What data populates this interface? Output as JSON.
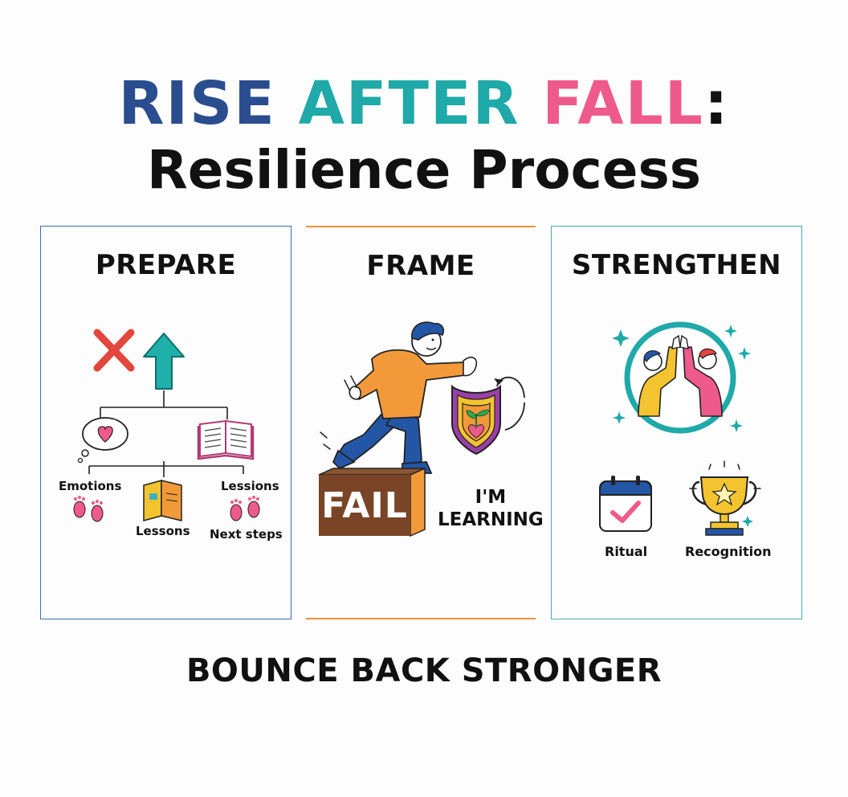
{
  "title": {
    "line1_parts": [
      {
        "text": "RISE",
        "color": "#2a4d8f"
      },
      {
        "text": " ",
        "color": "#111111"
      },
      {
        "text": "AFTER",
        "color": "#1fa9a8"
      },
      {
        "text": " ",
        "color": "#111111"
      },
      {
        "text": "FALL",
        "color": "#ef5a8d"
      },
      {
        "text": ":",
        "color": "#111111"
      }
    ],
    "line2": "Resilience Process"
  },
  "colors": {
    "prepare_border": "#3a6fb0",
    "frame_border": "#f0913a",
    "strengthen_border": "#3fb0b8",
    "fail_box": "#7a4526"
  },
  "panels": {
    "prepare": {
      "title": "PREPARE",
      "labels": {
        "emotions": "Emotions",
        "lessons_left": "Lessons",
        "lessons_right": "Lessions",
        "next_steps": "Next steps"
      },
      "icons": [
        "red-x-icon",
        "teal-up-arrow-icon",
        "heart-thought-bubble-icon",
        "open-book-icon",
        "footprints-icon",
        "folder-icon"
      ]
    },
    "frame": {
      "title": "FRAME",
      "fail": "FAIL",
      "learning_line1": "I'M",
      "learning_line2": "LEARNING",
      "icons": [
        "running-person-icon",
        "sprout-shield-icon",
        "curved-arrow-icon"
      ]
    },
    "strengthen": {
      "title": "STRENGTHEN",
      "labels": {
        "ritual": "Ritual",
        "recognition": "Recognition"
      },
      "icons": [
        "high-five-icon",
        "calendar-check-icon",
        "trophy-icon",
        "sparkle-icon"
      ]
    }
  },
  "footer": "BOUNCE BACK STRONGER"
}
